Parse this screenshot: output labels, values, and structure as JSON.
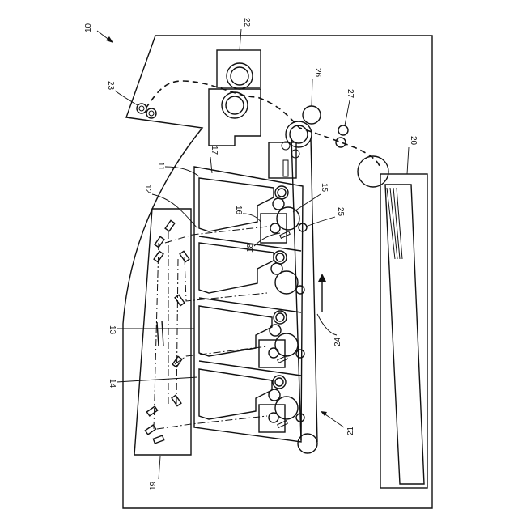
{
  "labels": {
    "n10": "10",
    "n11": "11",
    "n12": "12",
    "n13": "13",
    "n14": "14",
    "n15": "15",
    "n16": "16",
    "n17": "17",
    "n18": "18",
    "n19": "19",
    "n20": "20",
    "n21": "21",
    "n22": "22",
    "n23": "23",
    "n24": "24",
    "n25": "25",
    "n26": "26",
    "n27": "27"
  }
}
